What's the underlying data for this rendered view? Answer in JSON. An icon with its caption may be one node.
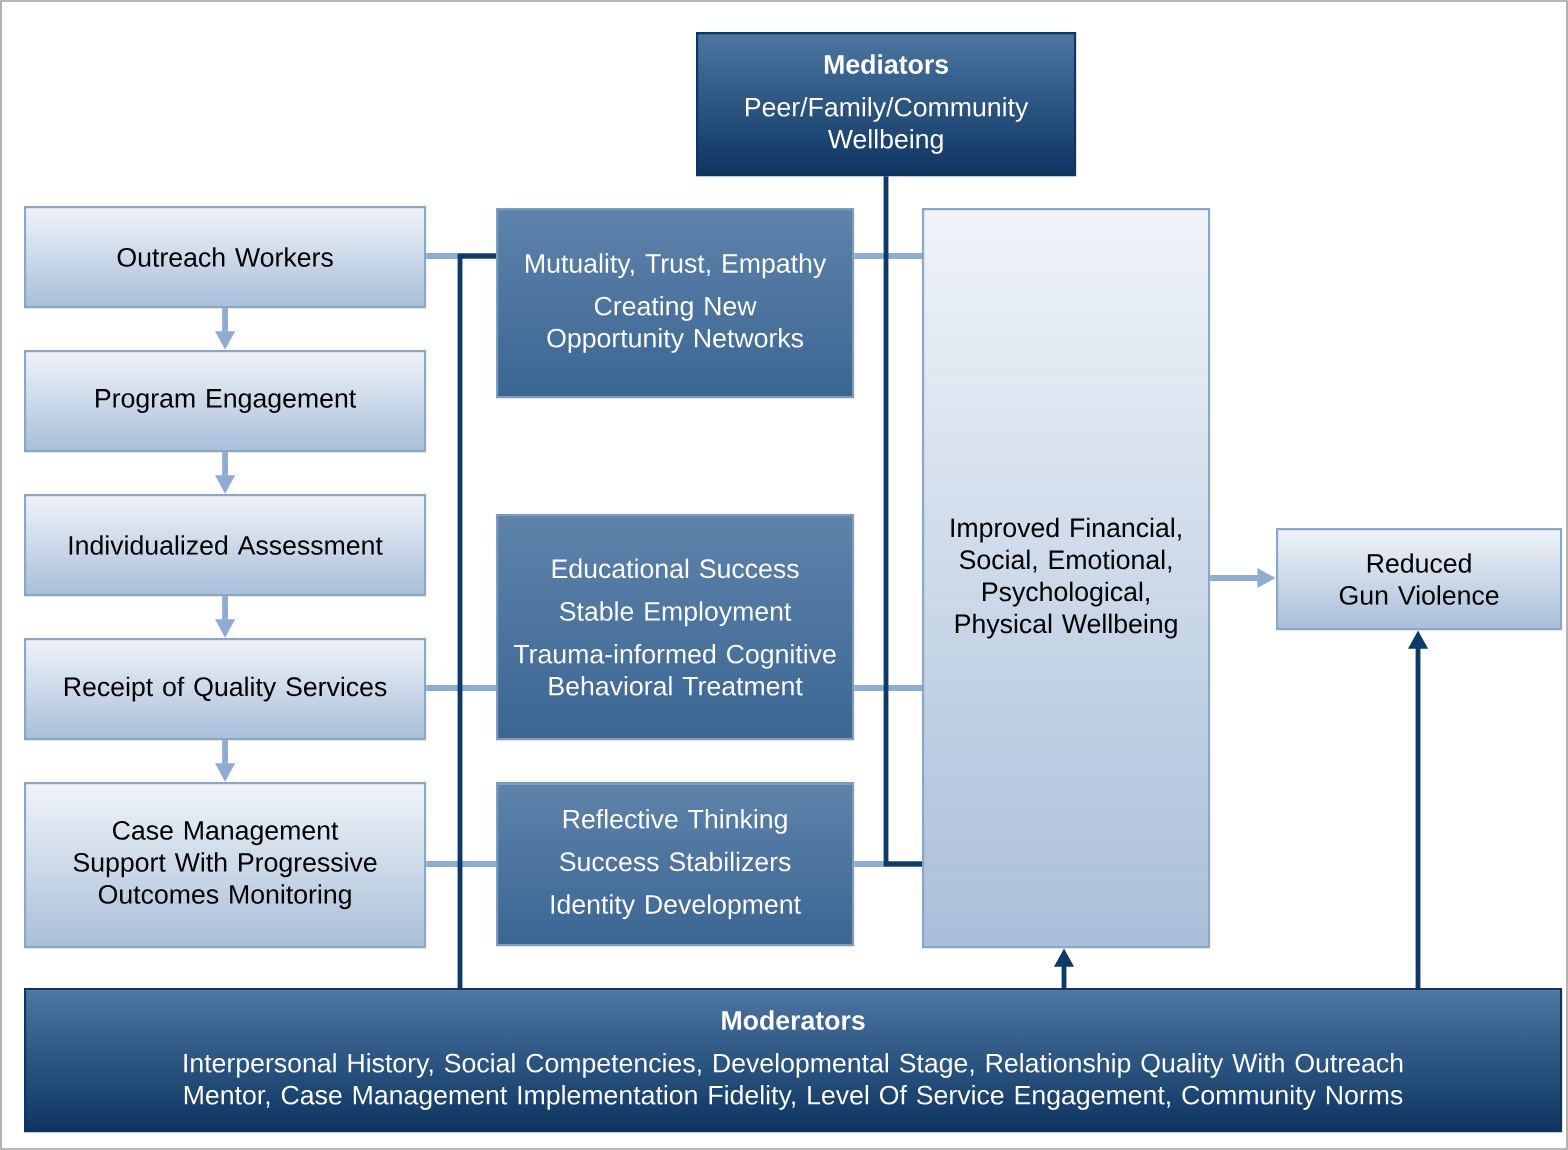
{
  "diagram": {
    "nodes": [
      {
        "text": [
          "Mediators",
          "Peer/Family/Community Wellbeing"
        ]
      },
      {
        "text": [
          "Outreach Workers"
        ]
      },
      {
        "text": [
          "Program Engagement"
        ]
      },
      {
        "text": [
          "Individualized Assessment"
        ]
      },
      {
        "text": [
          "Receipt of Quality Services"
        ]
      },
      {
        "text": [
          "Case Management Support With Progressive Outcomes Monitoring"
        ]
      },
      {
        "text": [
          "Mutuality, Trust, Empathy",
          "Creating New Opportunity Networks"
        ]
      },
      {
        "text": [
          "Educational Success",
          "Stable Employment",
          "Trauma-informed Cognitive Behavioral Treatment"
        ]
      },
      {
        "text": [
          "Reflective Thinking",
          "Success Stabilizers",
          "Identity Development"
        ]
      },
      {
        "text": [
          "Improved Financial, Social, Emotional, Psychological, Physical Wellbeing"
        ]
      },
      {
        "text": [
          "Reduced Gun Violence"
        ]
      },
      {
        "text": [
          "Moderators",
          "Interpersonal History, Social Competencies, Developmental Stage, Relationship Quality With Outreach Mentor, Case Management Implementation Fidelity, Level Of Service Engagement, Community Norms"
        ]
      }
    ],
    "edges": [
      {
        "from": 1,
        "to": 2,
        "arrow": "to"
      },
      {
        "from": 2,
        "to": 3,
        "arrow": "to"
      },
      {
        "from": 3,
        "to": 4,
        "arrow": "to"
      },
      {
        "from": 4,
        "to": 5,
        "arrow": "to"
      },
      {
        "from": 1,
        "to": 6,
        "arrow": "none"
      },
      {
        "from": 4,
        "to": 7,
        "arrow": "none"
      },
      {
        "from": 5,
        "to": 8,
        "arrow": "none"
      },
      {
        "from": 6,
        "to": 9,
        "arrow": "none"
      },
      {
        "from": 7,
        "to": 9,
        "arrow": "none"
      },
      {
        "from": 8,
        "to": 9,
        "arrow": "none"
      },
      {
        "from": 9,
        "to": 10,
        "arrow": "to"
      },
      {
        "from": 0,
        "to": 9,
        "arrow": "none",
        "color": "#0d3a66"
      },
      {
        "from": 11,
        "to": 6,
        "arrow": "none",
        "color": "#0d3a66"
      },
      {
        "from": 11,
        "to": 9,
        "arrow": "to",
        "color": "#0d3a66"
      },
      {
        "from": 11,
        "to": 10,
        "arrow": "to",
        "color": "#0d3a66"
      }
    ]
  }
}
